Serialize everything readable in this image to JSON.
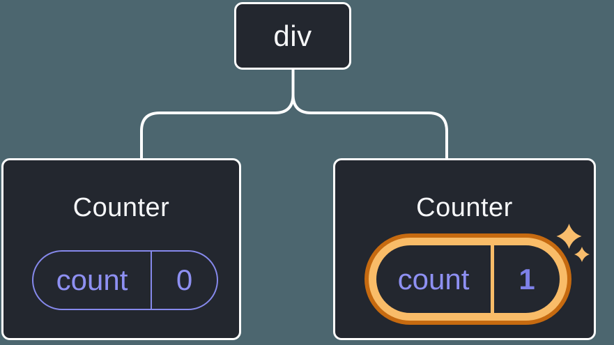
{
  "diagram": {
    "description": "Component tree: a div parent with two Counter children; second Counter's state is highlighted",
    "root": {
      "label": "div"
    },
    "children": [
      {
        "title": "Counter",
        "state_key": "count",
        "state_value": "0",
        "highlighted": false
      },
      {
        "title": "Counter",
        "state_key": "count",
        "state_value": "1",
        "highlighted": true
      }
    ]
  },
  "icons": {
    "sparkle": "sparkle-icon"
  },
  "colors": {
    "background": "#4C666F",
    "node_background": "#23272F",
    "node_border": "#FFFFFF",
    "node_text": "#F6F7F9",
    "connector": "#FFFFFF",
    "state_purple": "#8E90F2",
    "state_value_bold_purple": "#7E81E9",
    "highlight_orange_light": "#F9BC68",
    "highlight_orange_dark": "#C66A10"
  }
}
